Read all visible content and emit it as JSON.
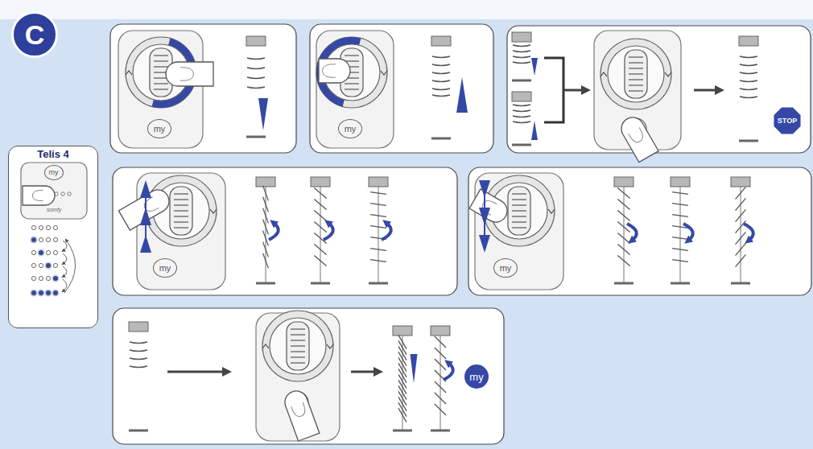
{
  "diagram": {
    "nodes": [
      {
        "text": [
          "C"
        ]
      },
      {
        "text": [
          "Telis 4"
        ]
      },
      {
        "text": [
          "my"
        ],
        "in": 1
      },
      {
        "text": [
          "my"
        ]
      },
      {
        "text": [
          "my"
        ]
      },
      {
        "text": [
          "STOP"
        ]
      },
      {
        "text": [
          "my"
        ]
      },
      {
        "text": [
          "my"
        ]
      },
      {
        "text": [
          "my"
        ]
      }
    ],
    "labels": [
      "somfy"
    ]
  }
}
